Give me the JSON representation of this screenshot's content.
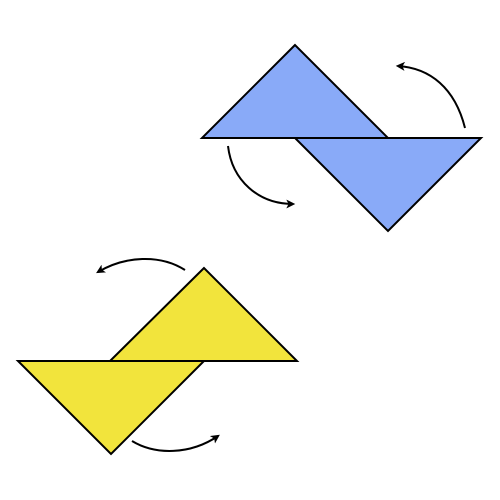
{
  "figures": [
    {
      "name": "blue-shape",
      "fill": "#89aaf8",
      "stroke": "#000000",
      "triangles": 2
    },
    {
      "name": "yellow-shape",
      "fill": "#f2e43c",
      "stroke": "#000000",
      "triangles": 2
    }
  ],
  "arrows": {
    "color": "#000000",
    "count": 4
  }
}
